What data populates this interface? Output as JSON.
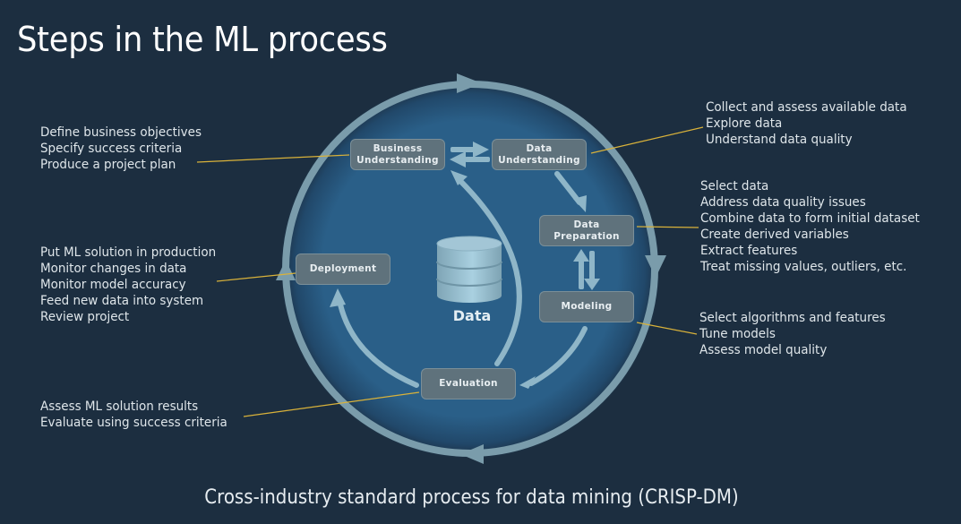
{
  "slide": {
    "title": "Steps in the ML process",
    "caption": "Cross-industry standard process for data mining (CRISP-DM)"
  },
  "colors": {
    "background": "#1c2e40",
    "circle_fill": "#2a5f88",
    "ring": "#7a9cab",
    "inner_arrows": "#8fb6c8",
    "box_fill": "#5f727c",
    "leader_line": "#d9b23a",
    "text": "#dfe6ea"
  },
  "center": {
    "icon": "database-icon",
    "label": "Data"
  },
  "phases": [
    {
      "id": "business-understanding",
      "label": "Business\nUnderstanding",
      "line1": "Business",
      "line2": "Understanding"
    },
    {
      "id": "data-understanding",
      "label": "Data\nUnderstanding",
      "line1": "Data",
      "line2": "Understanding"
    },
    {
      "id": "data-preparation",
      "label": "Data\nPreparation",
      "line1": "Data",
      "line2": "Preparation"
    },
    {
      "id": "modeling",
      "label": "Modeling",
      "line1": "Modeling",
      "line2": ""
    },
    {
      "id": "evaluation",
      "label": "Evaluation",
      "line1": "Evaluation",
      "line2": ""
    },
    {
      "id": "deployment",
      "label": "Deployment",
      "line1": "Deployment",
      "line2": ""
    }
  ],
  "notes": {
    "business_understanding": [
      "Define business objectives",
      "Specify success criteria",
      "Produce a project plan"
    ],
    "data_understanding": [
      "Collect and assess available data",
      "Explore data",
      "Understand data quality"
    ],
    "data_preparation": [
      "Select data",
      "Address data quality issues",
      "Combine data to form initial dataset",
      "Create derived variables",
      "Extract features",
      "Treat missing values, outliers, etc."
    ],
    "modeling": [
      "Select algorithms and features",
      "Tune models",
      "Assess model quality"
    ],
    "deployment": [
      "Put ML solution in production",
      "Monitor changes in data",
      "Monitor model accuracy",
      "Feed new data into system",
      "Review project"
    ],
    "evaluation": [
      "Assess ML solution results",
      "Evaluate using success criteria"
    ]
  },
  "flows": [
    {
      "from": "business-understanding",
      "to": "data-understanding"
    },
    {
      "from": "data-understanding",
      "to": "business-understanding"
    },
    {
      "from": "data-understanding",
      "to": "data-preparation"
    },
    {
      "from": "data-preparation",
      "to": "modeling"
    },
    {
      "from": "modeling",
      "to": "data-preparation"
    },
    {
      "from": "modeling",
      "to": "evaluation"
    },
    {
      "from": "evaluation",
      "to": "business-understanding"
    },
    {
      "from": "evaluation",
      "to": "deployment"
    }
  ]
}
